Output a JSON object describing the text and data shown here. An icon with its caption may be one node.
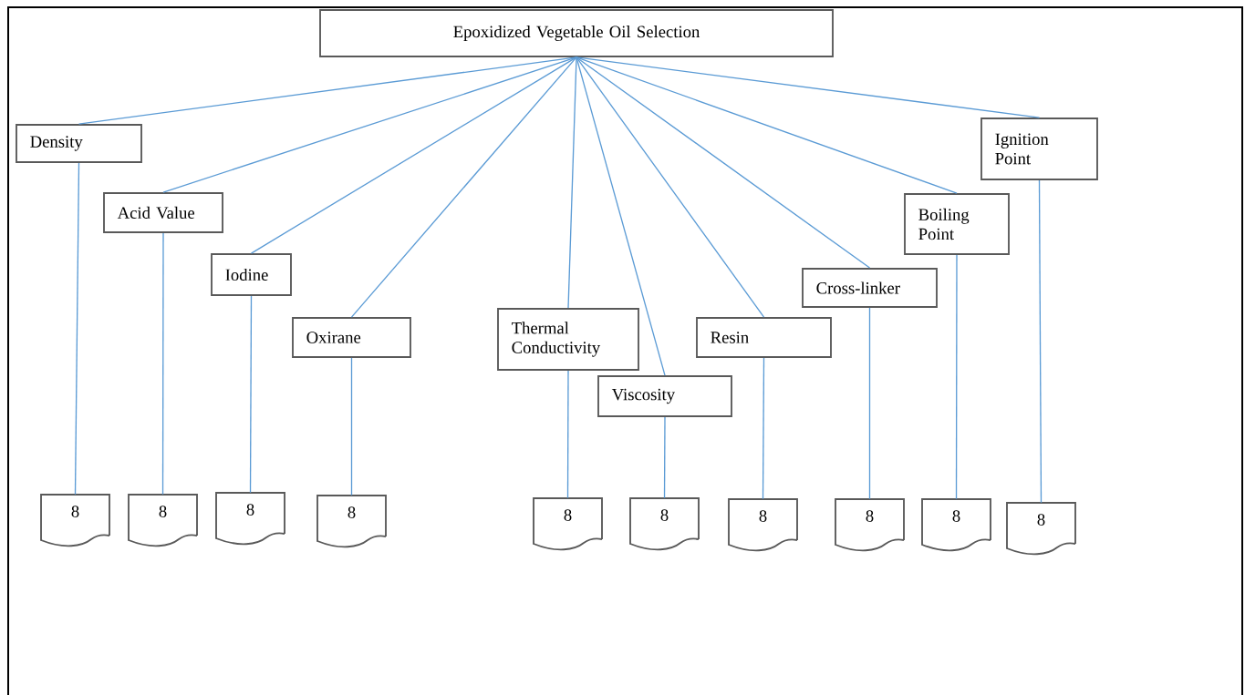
{
  "diagram": {
    "nodes": [
      {
        "text": [
          "Epoxidized Vegetable Oil Selection"
        ]
      },
      {
        "text": [
          "Density"
        ]
      },
      {
        "text": [
          "Acid Value"
        ]
      },
      {
        "text": [
          "Iodine"
        ]
      },
      {
        "text": [
          "Oxirane"
        ]
      },
      {
        "text": [
          "Thermal Conductivity"
        ]
      },
      {
        "text": [
          "Viscosity"
        ]
      },
      {
        "text": [
          "Resin"
        ]
      },
      {
        "text": [
          "Cross-linker"
        ]
      },
      {
        "text": [
          "Boiling Point"
        ]
      },
      {
        "text": [
          "Ignition Point"
        ]
      },
      {
        "text": [
          "8"
        ]
      },
      {
        "text": [
          "8"
        ]
      },
      {
        "text": [
          "8"
        ]
      },
      {
        "text": [
          "8"
        ]
      },
      {
        "text": [
          "8"
        ]
      },
      {
        "text": [
          "8"
        ]
      },
      {
        "text": [
          "8"
        ]
      },
      {
        "text": [
          "8"
        ]
      },
      {
        "text": [
          "8"
        ]
      },
      {
        "text": [
          "8"
        ]
      }
    ],
    "edges": [
      {
        "from": 0,
        "to": 1,
        "arrow": "none"
      },
      {
        "from": 0,
        "to": 2,
        "arrow": "none"
      },
      {
        "from": 0,
        "to": 3,
        "arrow": "none"
      },
      {
        "from": 0,
        "to": 4,
        "arrow": "none"
      },
      {
        "from": 0,
        "to": 5,
        "arrow": "none"
      },
      {
        "from": 0,
        "to": 6,
        "arrow": "none"
      },
      {
        "from": 0,
        "to": 7,
        "arrow": "none"
      },
      {
        "from": 0,
        "to": 8,
        "arrow": "none"
      },
      {
        "from": 0,
        "to": 9,
        "arrow": "none"
      },
      {
        "from": 0,
        "to": 10,
        "arrow": "none"
      },
      {
        "from": 1,
        "to": 11,
        "arrow": "none"
      },
      {
        "from": 2,
        "to": 12,
        "arrow": "none"
      },
      {
        "from": 3,
        "to": 13,
        "arrow": "none"
      },
      {
        "from": 4,
        "to": 14,
        "arrow": "none"
      },
      {
        "from": 5,
        "to": 15,
        "arrow": "none"
      },
      {
        "from": 6,
        "to": 16,
        "arrow": "none"
      },
      {
        "from": 7,
        "to": 17,
        "arrow": "none"
      },
      {
        "from": 8,
        "to": 18,
        "arrow": "none"
      },
      {
        "from": 9,
        "to": 19,
        "arrow": "none"
      },
      {
        "from": 10,
        "to": 20,
        "arrow": "none"
      }
    ]
  }
}
